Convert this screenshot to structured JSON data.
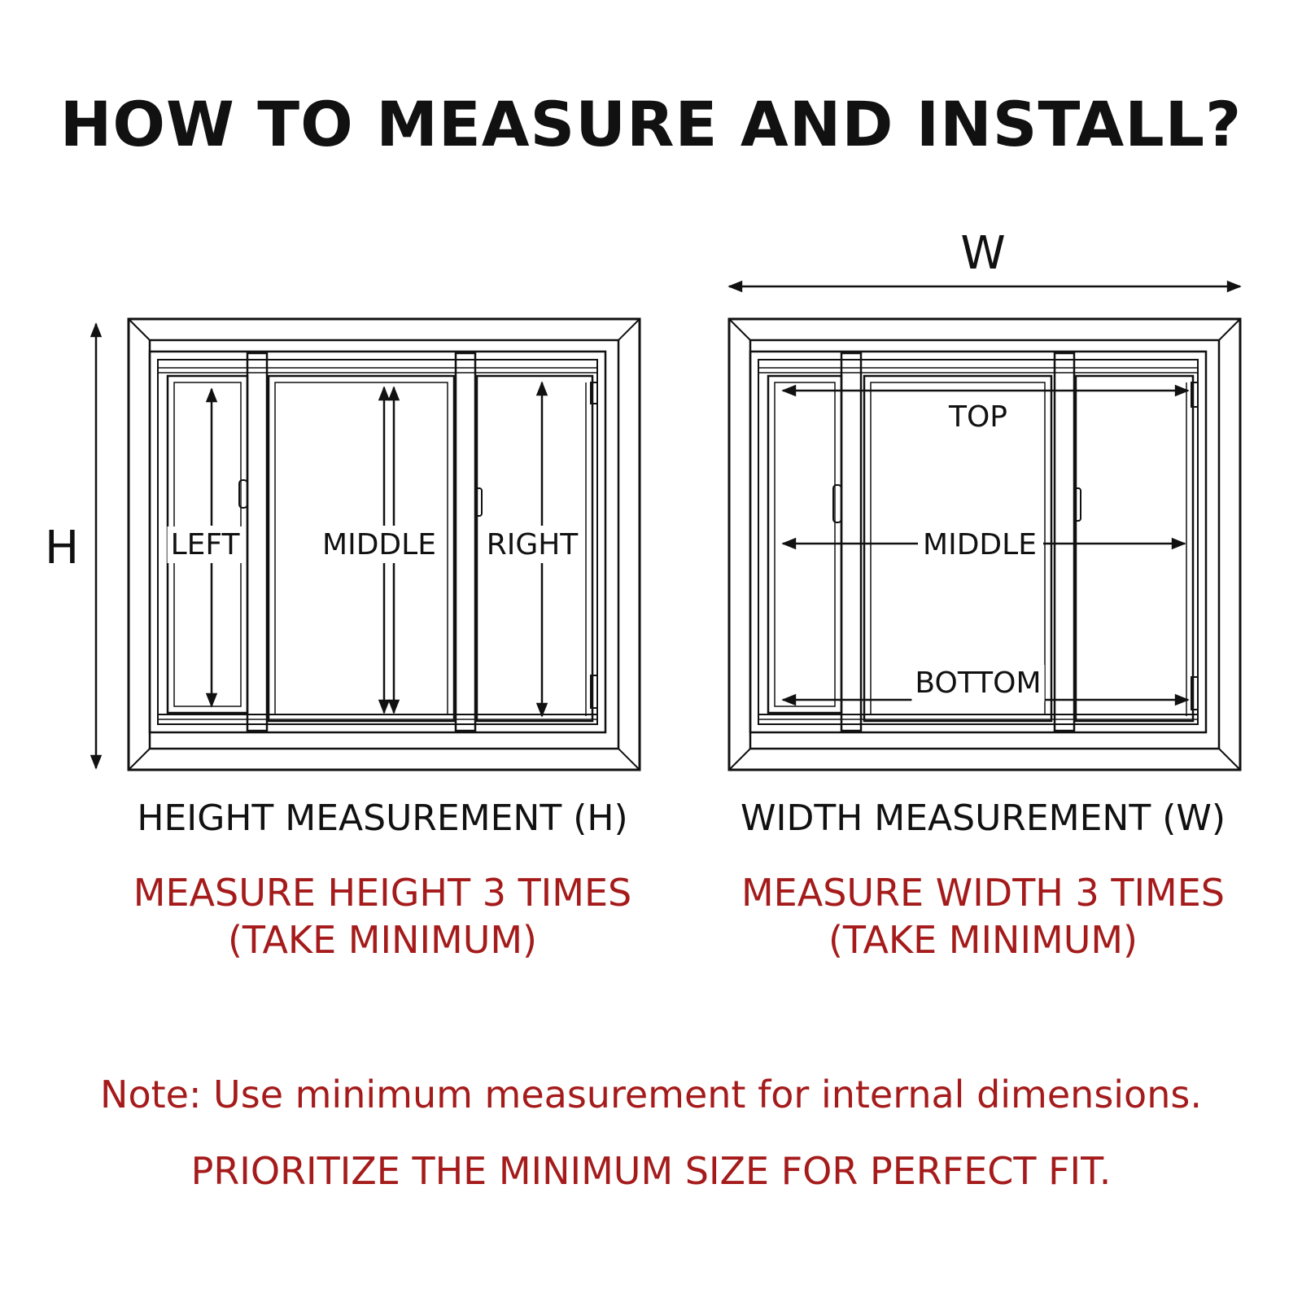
{
  "title": "HOW TO MEASURE AND INSTALL?",
  "height_panel": {
    "dimension_label": "H",
    "labels": {
      "left": "LEFT",
      "middle": "MIDDLE",
      "right": "RIGHT"
    },
    "caption": "HEIGHT MEASUREMENT (H)",
    "instruction_line1": "MEASURE HEIGHT 3 TIMES",
    "instruction_line2": "(TAKE MINIMUM)"
  },
  "width_panel": {
    "dimension_label": "W",
    "labels": {
      "top": "TOP",
      "middle": "MIDDLE",
      "bottom": "BOTTOM"
    },
    "caption": "WIDTH MEASUREMENT (W)",
    "instruction_line1": "MEASURE WIDTH 3 TIMES",
    "instruction_line2": "(TAKE MINIMUM)"
  },
  "note": "Note: Use minimum measurement for internal dimensions.",
  "footer": "PRIORITIZE THE MINIMUM SIZE FOR PERFECT FIT.",
  "colors": {
    "ink": "#111111",
    "accent_red": "#a51b1b",
    "background": "#ffffff"
  }
}
